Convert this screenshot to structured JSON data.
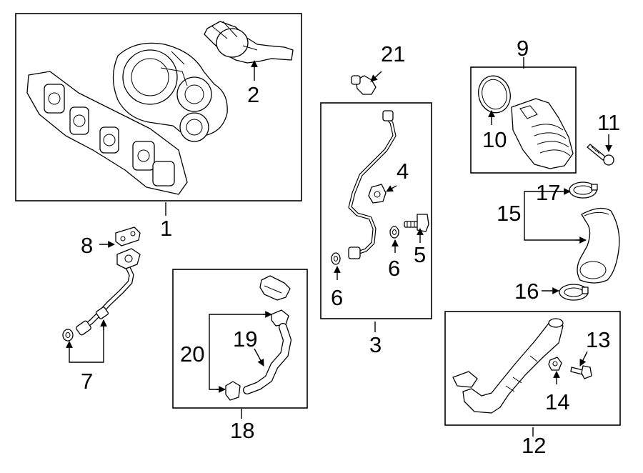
{
  "callouts": {
    "c1": "1",
    "c2": "2",
    "c3": "3",
    "c4": "4",
    "c5": "5",
    "c6a": "6",
    "c6b": "6",
    "c7": "7",
    "c8": "8",
    "c9": "9",
    "c10": "10",
    "c11": "11",
    "c12": "12",
    "c13": "13",
    "c14": "14",
    "c15": "15",
    "c16": "16",
    "c17": "17",
    "c18": "18",
    "c19": "19",
    "c20": "20",
    "c21": "21"
  }
}
